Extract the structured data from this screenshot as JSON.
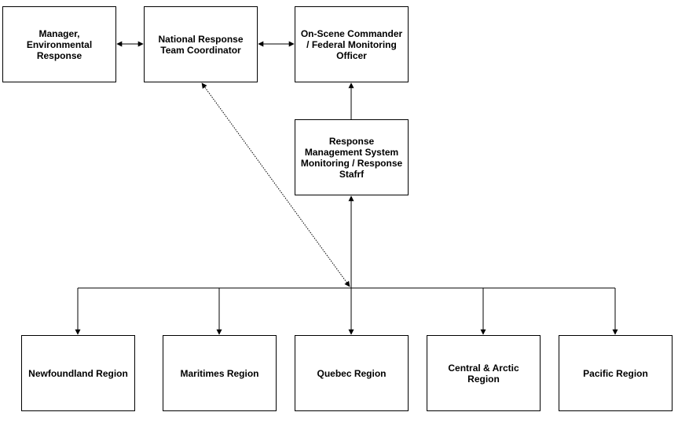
{
  "nodes": {
    "manager": {
      "label": "Manager,\nEnvironmental\nResponse"
    },
    "nrtc": {
      "label": "National Response\nTeam Coordinator"
    },
    "osc": {
      "label": "On-Scene Commander\n/ Federal Monitoring\nOfficer"
    },
    "rms": {
      "label": "Response\nManagement System\nMonitoring / Response\nStafrf"
    },
    "newfoundland": {
      "label": "Newfoundland Region"
    },
    "maritimes": {
      "label": "Maritimes Region"
    },
    "quebec": {
      "label": "Quebec Region"
    },
    "central_arctic": {
      "label": "Central & Arctic\nRegion"
    },
    "pacific": {
      "label": "Pacific Region"
    }
  },
  "edges": [
    {
      "from": "manager",
      "to": "nrtc",
      "style": "solid",
      "arrows": "both"
    },
    {
      "from": "nrtc",
      "to": "osc",
      "style": "solid",
      "arrows": "both"
    },
    {
      "from": "rms",
      "to": "osc",
      "style": "solid",
      "arrows": "end"
    },
    {
      "from": "regions",
      "to": "rms",
      "style": "solid",
      "arrows": "end"
    },
    {
      "from": "regions",
      "to": "nrtc",
      "style": "dotted",
      "arrows": "both"
    },
    {
      "from": "hub",
      "to": "newfoundland",
      "style": "solid",
      "arrows": "end"
    },
    {
      "from": "hub",
      "to": "maritimes",
      "style": "solid",
      "arrows": "end"
    },
    {
      "from": "hub",
      "to": "quebec",
      "style": "solid",
      "arrows": "end"
    },
    {
      "from": "hub",
      "to": "central_arctic",
      "style": "solid",
      "arrows": "end"
    },
    {
      "from": "hub",
      "to": "pacific",
      "style": "solid",
      "arrows": "end"
    }
  ],
  "colors": {
    "line": "#000000",
    "box_border": "#000000",
    "background": "#ffffff"
  }
}
